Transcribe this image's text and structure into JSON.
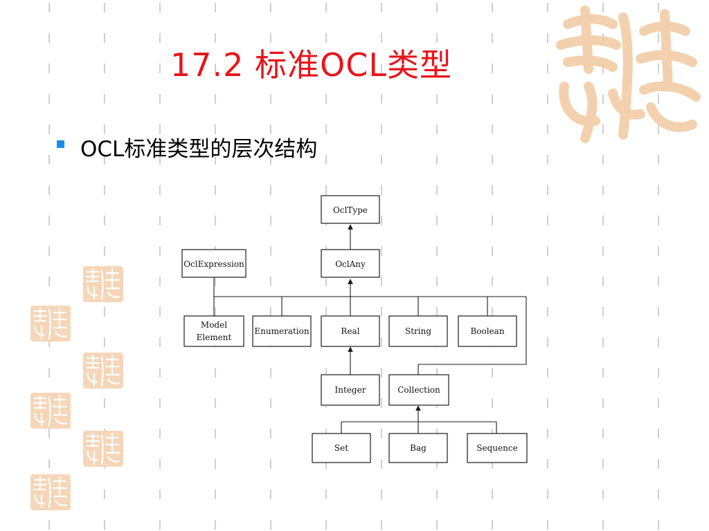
{
  "slide": {
    "title": "17.2  标准OCL类型",
    "bullet": "OCL标准类型的层次结构"
  },
  "colors": {
    "title": "#e8141b",
    "bullet": "#1b8fe8",
    "seal": "#f2c8a0",
    "pattern": "#d0d0d0"
  },
  "diagram": {
    "nodes": {
      "ocltype": "OclType",
      "oclany": "OclAny",
      "oclexpression": "OclExpression",
      "model_element": [
        "Model",
        "Element"
      ],
      "enumeration": "Enumeration",
      "real": "Real",
      "string": "String",
      "boolean": "Boolean",
      "integer": "Integer",
      "collection": "Collection",
      "set": "Set",
      "bag": "Bag",
      "sequence": "Sequence"
    }
  }
}
